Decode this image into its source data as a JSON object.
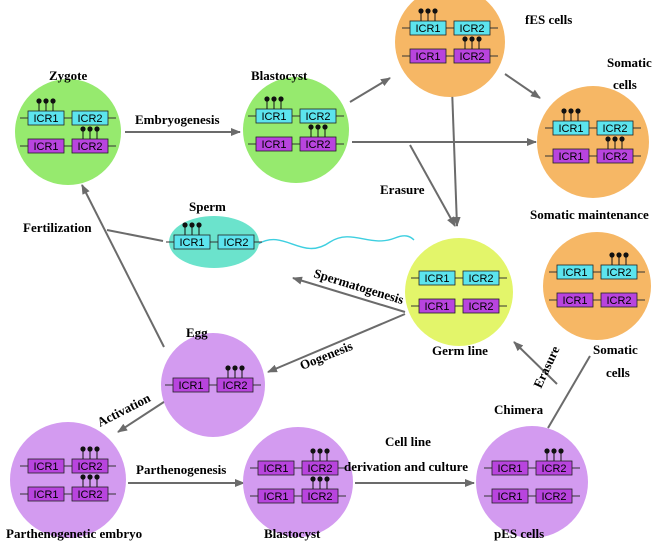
{
  "colors": {
    "green": "#96ea6e",
    "lime": "#e3f56a",
    "orange": "#f6b765",
    "purple": "#d39bf0",
    "sperm": "#6be3cc",
    "box_cyan": "#5ce4ee",
    "box_purple": "#b844de",
    "arrow": "#6b6b6b",
    "tail": "#3ecfe0"
  },
  "labels": {
    "zygote": "Zygote",
    "blasto_top": "Blastocyst",
    "fes": "fES cells",
    "somatic_top_1": "Somatic",
    "somatic_top_2": "cells",
    "embryogenesis": "Embryogenesis",
    "erasure_top": "Erasure",
    "somatic_maint": "Somatic maintenance",
    "sperm": "Sperm",
    "fertilization": "Fertilization",
    "spermatogenesis": "Spermatogenesis",
    "oogenesis": "Oogenesis",
    "germ_line": "Germ line",
    "egg": "Egg",
    "activation": "Activation",
    "erasure_right": "Erasure",
    "somatic_right_1": "Somatic",
    "somatic_right_2": "cells",
    "chimera": "Chimera",
    "cellline_1": "Cell  line",
    "cellline_2": "derivation and  culture",
    "parthenogenesis": "Parthenogenesis",
    "parth_embryo": "Parthenogenetic embryo",
    "blasto_bottom": "Blastocyst",
    "pes": "pES cells",
    "icr1": "ICR1",
    "icr2": "ICR2"
  },
  "nodes": [
    {
      "id": "zygote",
      "color": "green",
      "rows": [
        {
          "m1": true,
          "m2": false
        },
        {
          "m1": false,
          "m2": true
        }
      ]
    },
    {
      "id": "blasto_top",
      "color": "green",
      "rows": [
        {
          "m1": true,
          "m2": false
        },
        {
          "m1": false,
          "m2": true
        }
      ]
    },
    {
      "id": "fes",
      "color": "orange",
      "rows": [
        {
          "m1": true,
          "m2": false
        },
        {
          "m1": false,
          "m2": true
        }
      ]
    },
    {
      "id": "somatic_top",
      "color": "orange",
      "rows": [
        {
          "m1": true,
          "m2": false
        },
        {
          "m1": false,
          "m2": true
        }
      ]
    },
    {
      "id": "germ_line",
      "color": "lime",
      "rows": [
        {
          "m1": false,
          "m2": false
        },
        {
          "m1": false,
          "m2": false
        }
      ]
    },
    {
      "id": "somatic_right",
      "color": "orange",
      "rows": [
        {
          "m1": false,
          "m2": true
        },
        {
          "m1": false,
          "m2": false
        }
      ]
    },
    {
      "id": "egg",
      "color": "purple",
      "rows": [
        {
          "m1": false,
          "m2": true
        }
      ]
    },
    {
      "id": "parth_embryo",
      "color": "purple",
      "rows": [
        {
          "m1": false,
          "m2": true
        },
        {
          "m1": false,
          "m2": true
        }
      ]
    },
    {
      "id": "blasto_bottom",
      "color": "purple",
      "rows": [
        {
          "m1": false,
          "m2": true
        },
        {
          "m1": false,
          "m2": true
        }
      ]
    },
    {
      "id": "pes",
      "color": "purple",
      "rows": [
        {
          "m1": false,
          "m2": true
        },
        {
          "m1": false,
          "m2": false
        }
      ]
    },
    {
      "id": "sperm",
      "color": "sperm",
      "rows": [
        {
          "m1": true,
          "m2": false
        }
      ]
    }
  ]
}
